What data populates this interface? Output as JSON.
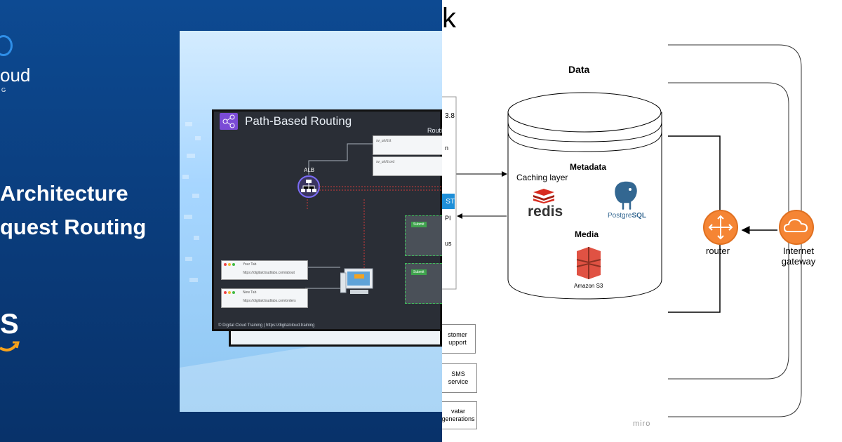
{
  "left_panel": {
    "brand_name": "oud",
    "brand_sub": "G",
    "heading_line1": "Architecture",
    "heading_line2": "quest Routing",
    "aws_letter": "S",
    "slide": {
      "title": "Path-Based Routing",
      "routing_label": "Routi",
      "alb_label": "ALB",
      "footer": "© Digital Cloud Training  |  https://digitalcloud.training",
      "browser_tab_1": "Your Tab",
      "browser_tab_2": "New Tab",
      "url_1": "https://digitalcloudlabs.com/about",
      "url_2": "https://digitalcloudlabs.com/orders",
      "card_1_text": "sv_url/d.it",
      "card_2_text": "sv_url/d.ord",
      "submit_label": "Submit"
    }
  },
  "right_panel": {
    "title_fragment": "k",
    "data_label": "Data",
    "metadata_label": "Metadata",
    "caching_label": "Caching layer",
    "redis_label": "redis",
    "postgres_label_1": "Postgre",
    "postgres_label_2": "SQL",
    "media_label": "Media",
    "s3_label": "Amazon S3",
    "router_label": "router",
    "gateway_label_line1": "Internet",
    "gateway_label_line2": "gateway",
    "left_box_items": [
      "3.8",
      "n",
      "ST",
      "PI",
      "us"
    ],
    "services": [
      {
        "line1": "stomer",
        "line2": "upport"
      },
      {
        "line1": "SMS",
        "line2": "service"
      },
      {
        "line1": "vatar",
        "line2": "generations"
      }
    ],
    "watermark": "miro"
  },
  "colors": {
    "left_bg": "#0b3f82",
    "router_orange": "#f58534",
    "redis_red": "#d82c20",
    "postgres_blue": "#336791",
    "s3_red": "#e05243"
  }
}
